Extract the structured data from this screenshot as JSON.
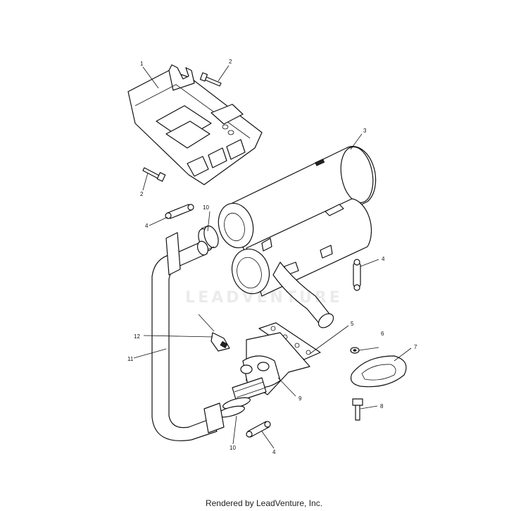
{
  "diagram": {
    "callouts": {
      "c1": "1",
      "c2a": "2",
      "c2b": "2",
      "c3": "3",
      "c4a": "4",
      "c4b": "4",
      "c4c": "4",
      "c5": "5",
      "c6": "6",
      "c7": "7",
      "c8": "8",
      "c9": "9",
      "c10a": "10",
      "c10b": "10",
      "c11": "11",
      "c12": "12"
    }
  },
  "watermark": "LEADVENTURE",
  "footer": "Rendered by LeadVenture, Inc."
}
